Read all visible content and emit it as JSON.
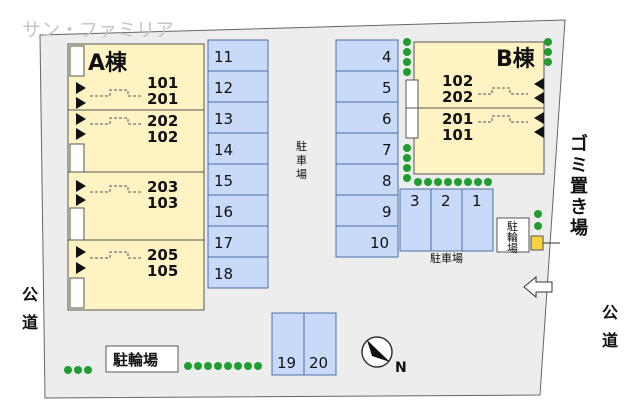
{
  "watermark": "サン・ファミリア",
  "building_a": {
    "label": "A棟",
    "units": [
      {
        "top": "101",
        "bottom": "201"
      },
      {
        "top": "202",
        "bottom": "102"
      },
      {
        "top": "203",
        "bottom": "103"
      },
      {
        "top": "205",
        "bottom": "105"
      }
    ]
  },
  "building_b": {
    "label": "B棟",
    "units": [
      {
        "top": "102",
        "bottom": "202"
      },
      {
        "top": "201",
        "bottom": "101"
      }
    ]
  },
  "parking_left": [
    "11",
    "12",
    "13",
    "14",
    "15",
    "16",
    "17",
    "18"
  ],
  "parking_mid": [
    "4",
    "5",
    "6",
    "7",
    "8",
    "9",
    "10"
  ],
  "parking_small": [
    "3",
    "2",
    "1"
  ],
  "parking_bottom": [
    "19",
    "20"
  ],
  "parking_label_center": "駐車場",
  "parking_label_small": "駐車場",
  "bike_label_right": "駐輪場",
  "bike_label_bottom": "駐輪場",
  "garbage_label": "ゴミ置き場",
  "road_left": "公道",
  "road_right": "公道",
  "north_label": "N",
  "colors": {
    "lot_fill": "#c9daf8",
    "building_fill": "#fff3c4",
    "tree": "#1e9e2e",
    "ground": "#eeeeee",
    "garbage": "#f7d33c"
  }
}
